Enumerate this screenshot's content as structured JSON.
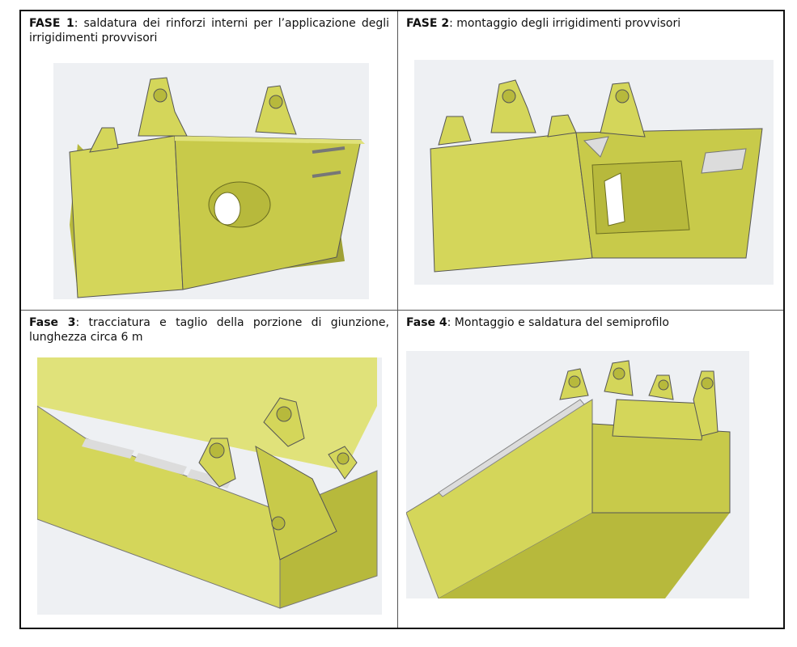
{
  "panels": [
    {
      "phase": "FASE 1",
      "text": ": saldatura dei rinforzi interni per l’applicazione degli irrigidimenti provvisori"
    },
    {
      "phase": "FASE 2",
      "text": ": montaggio degli irrigidimenti provvisori"
    },
    {
      "phase": "Fase 3",
      "text": ": tracciatura e taglio della porzione di giunzione, lunghezza circa 6 m"
    },
    {
      "phase": "Fase 4",
      "text": ": Montaggio e saldatura del semiprofilo"
    }
  ],
  "colors": {
    "steel": "#d4d65a",
    "steel_dark": "#b7b93c",
    "steel_shadow": "#8d8f2a",
    "background": "#eef0f3"
  }
}
